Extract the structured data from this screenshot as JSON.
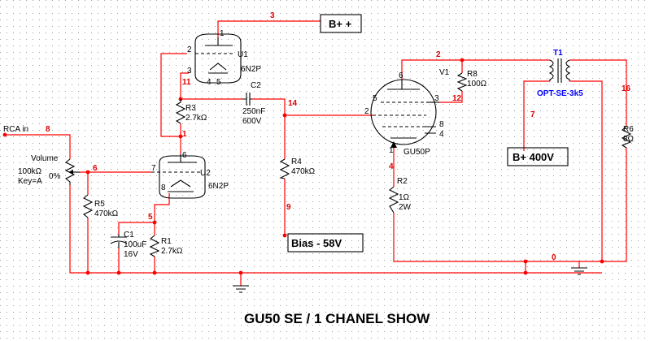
{
  "title": "GU50 SE / 1 CHANEL SHOW",
  "rails": {
    "bplus_plus": "B+ +",
    "bplus_400": "B+ 400V",
    "bias": "Bias - 58V"
  },
  "input": "RCA in",
  "volume": {
    "name": "Volume",
    "value": "100kΩ",
    "key": "Key=A",
    "pos": "0%"
  },
  "tubes": {
    "u1": {
      "ref": "U1",
      "type": "6N2P",
      "pin2": "2",
      "pin3": "3",
      "pin1": "1",
      "pin4": "4",
      "pin5": "5"
    },
    "u2": {
      "ref": "U2",
      "type": "6N2P",
      "pin6": "6",
      "pin7": "7",
      "pin8": "8"
    },
    "v1": {
      "ref": "V1",
      "type": "GU50P",
      "pin6": "6",
      "pin5": "5",
      "pin2": "2",
      "pin3": "3",
      "pin8": "8",
      "pin4": "4",
      "pin1": "1"
    }
  },
  "parts": {
    "c2": {
      "ref": "C2",
      "v1": "250nF",
      "v2": "600V"
    },
    "r3": {
      "ref": "R3",
      "v1": "2.7kΩ"
    },
    "r4": {
      "ref": "R4",
      "v1": "470kΩ"
    },
    "r5": {
      "ref": "R5",
      "v1": "470kΩ"
    },
    "c1": {
      "ref": "C1",
      "v1": "100uF",
      "v2": "16V"
    },
    "r1": {
      "ref": "R1",
      "v1": "2.7kΩ"
    },
    "r8": {
      "ref": "R8",
      "v1": "100Ω"
    },
    "r2": {
      "ref": "R2",
      "v1": "1Ω",
      "v2": "2W"
    },
    "r6": {
      "ref": "R6",
      "v1": "8Ω"
    },
    "t1": {
      "ref": "T1",
      "v1": "OPT-SE-3k5"
    }
  },
  "nets": [
    "3",
    "11",
    "1",
    "8",
    "6",
    "5",
    "14",
    "9",
    "2",
    "12",
    "7",
    "16",
    "4",
    "0"
  ],
  "colors": {
    "wire": "#ff0000",
    "component": "#000000",
    "netlabel": "#e00000",
    "transformer": "#0000ff"
  }
}
